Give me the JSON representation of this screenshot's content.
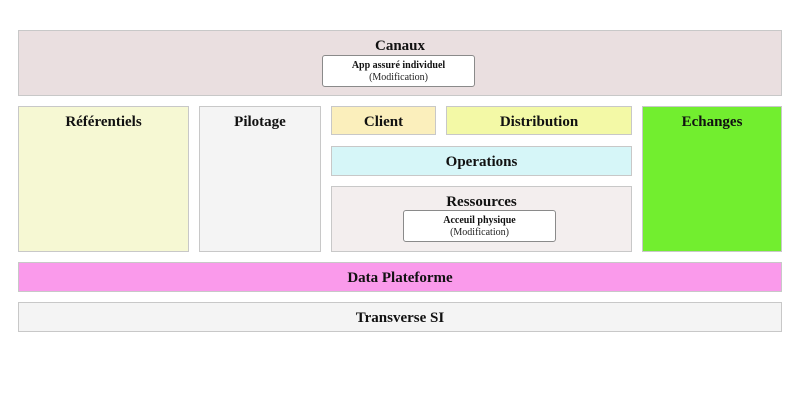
{
  "colors": {
    "canaux": "#eadfe0",
    "referentiels": "#f6f8d3",
    "pilotage": "#f4f4f4",
    "client": "#fbefbc",
    "distribution": "#f3f9a6",
    "operations": "#d6f6f8",
    "ressources": "#f3eeee",
    "echanges": "#72ee2f",
    "data_plateforme": "#fa9aeb",
    "transverse": "#f4f4f4"
  },
  "canaux": {
    "title": "Canaux",
    "app": {
      "name": "App assuré individuel",
      "status": "(Modification)"
    }
  },
  "referentiels": {
    "title": "Référentiels"
  },
  "pilotage": {
    "title": "Pilotage"
  },
  "client": {
    "title": "Client"
  },
  "distribution": {
    "title": "Distribution"
  },
  "operations": {
    "title": "Operations"
  },
  "ressources": {
    "title": "Ressources",
    "app": {
      "name": "Acceuil physique",
      "status": "(Modification)"
    }
  },
  "echanges": {
    "title": "Echanges"
  },
  "data_plateforme": {
    "title": "Data Plateforme"
  },
  "transverse": {
    "title": "Transverse SI"
  }
}
